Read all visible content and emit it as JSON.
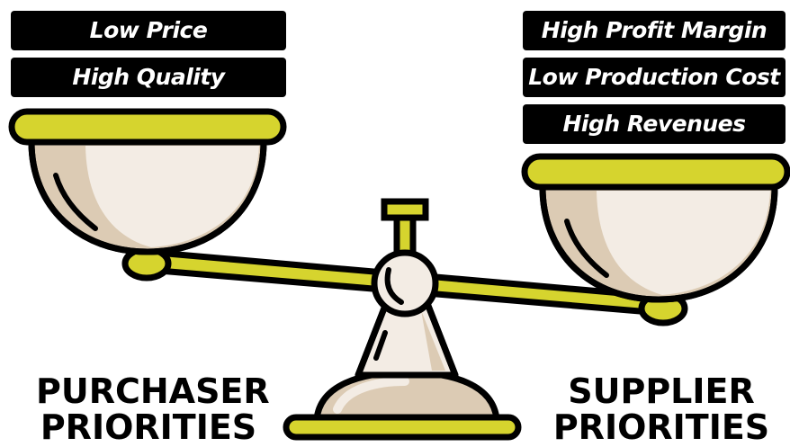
{
  "purchaser": {
    "tags": [
      "Low Price",
      "High Quality"
    ],
    "caption_line1": "PURCHASER",
    "caption_line2": "PRIORITIES"
  },
  "supplier": {
    "tags": [
      "High Profit Margin",
      "Low Production Cost",
      "High Revenues"
    ],
    "caption_line1": "SUPPLIER",
    "caption_line2": "PRIORITIES"
  },
  "colors": {
    "outline": "#000000",
    "brass": "#d6d42e",
    "bowl_cream": "#f3ece4",
    "bowl_shade": "#dccbb4"
  }
}
